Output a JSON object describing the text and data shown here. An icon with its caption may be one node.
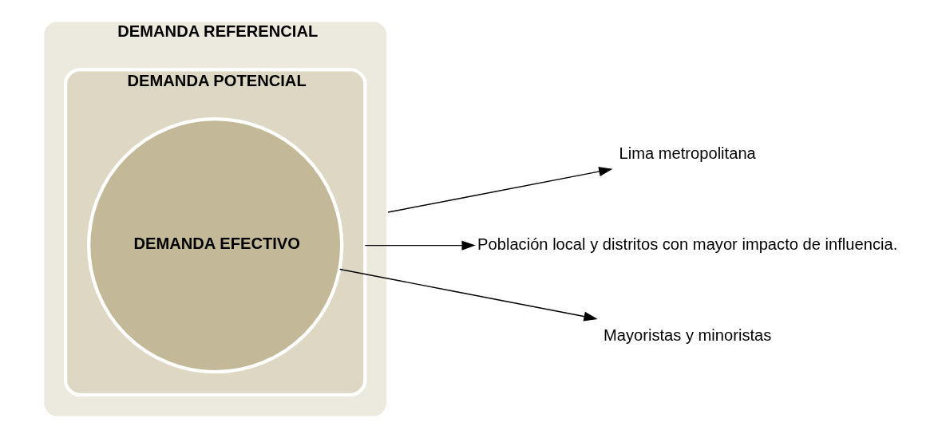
{
  "diagram": {
    "nodes": [
      {
        "text": [
          "DEMANDA REFERENCIAL"
        ]
      },
      {
        "text": [
          "DEMANDA POTENCIAL"
        ],
        "in": 0
      },
      {
        "text": [
          "DEMANDA EFECTIVO"
        ],
        "in": 1
      },
      {
        "text": [
          "Lima metropolitana"
        ]
      },
      {
        "text": [
          "Población local y distritos con mayor impacto de influencia."
        ]
      },
      {
        "text": [
          "Mayoristas y minoristas"
        ]
      }
    ],
    "edges": [
      {
        "from": 0,
        "to": 3,
        "arrow": "to"
      },
      {
        "from": 1,
        "to": 4,
        "arrow": "to"
      },
      {
        "from": 2,
        "to": 5,
        "arrow": "to"
      }
    ]
  }
}
